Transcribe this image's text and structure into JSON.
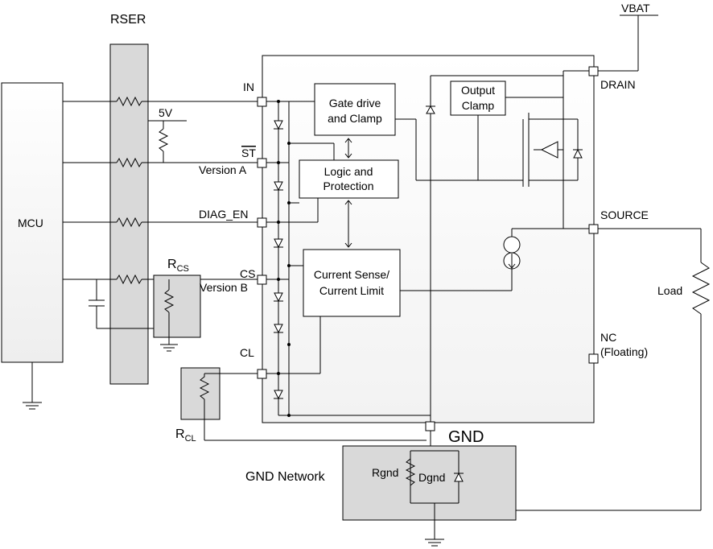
{
  "labels": {
    "rser": "RSER",
    "vbat": "VBAT",
    "mcu": "MCU",
    "five_v": "5V",
    "rcs_main": "R",
    "rcs_sub": "CS",
    "rcl_main": "R",
    "rcl_sub": "CL",
    "load": "Load",
    "gnd_network": "GND Network",
    "gnd": "GND",
    "rgnd": "Rgnd",
    "dgnd": "Dgnd"
  },
  "pins": {
    "in": "IN",
    "st": "ST",
    "version_a": "Version A",
    "diag_en": "DIAG_EN",
    "cs": "CS",
    "version_b": "Version B",
    "cl": "CL",
    "drain": "DRAIN",
    "source": "SOURCE",
    "nc": "NC",
    "floating": "(Floating)"
  },
  "blocks": {
    "gate_drive_1": "Gate drive",
    "gate_drive_2": "and Clamp",
    "logic_1": "Logic and",
    "logic_2": "Protection",
    "current_sense_1": "Current Sense/",
    "current_sense_2": "Current Limit",
    "output_clamp_1": "Output",
    "output_clamp_2": "Clamp"
  }
}
